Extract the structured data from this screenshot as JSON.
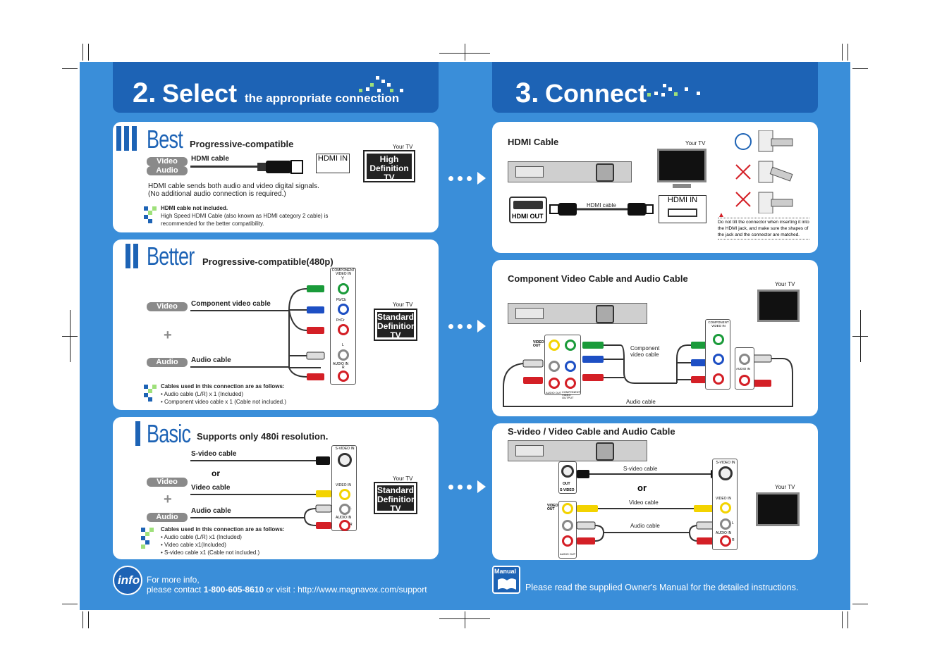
{
  "left": {
    "header": {
      "num": "2.",
      "word": "Select",
      "sub": "the appropriate connection"
    },
    "best": {
      "grade": "Best",
      "title": "Progressive-compatible",
      "pill_video": "Video",
      "pill_audio": "Audio",
      "cable": "HDMI cable",
      "hdmi_in": "HDMI IN",
      "your_tv": "Your TV",
      "tv_label": "High Definition TV",
      "desc1": "HDMI cable sends both audio and video digital signals.",
      "desc2": "(No additional audio connection is required.)",
      "note_title": "HDMI cable not included.",
      "note1": "High Speed HDMI Cable (also known as HDMI category 2 cable) is",
      "note2": "recommended for the better compatibility."
    },
    "better": {
      "grade": "Better",
      "title": "Progressive-compatible(480p)",
      "pill_video": "Video",
      "plus": "+",
      "pill_audio": "Audio",
      "cable_video": "Component video cable",
      "cable_audio": "Audio cable",
      "your_tv": "Your TV",
      "tv_label": "Standard Definition TV",
      "jack_comp": "COMPONENT VIDEO IN",
      "jack_y": "Y",
      "jack_pb": "Pb/Cb",
      "jack_pr": "Pr/Cr",
      "jack_l": "L",
      "jack_audio": "AUDIO IN",
      "jack_r": "R",
      "note_title": "Cables used in this connection are as follows:",
      "note1": "• Audio cable (L/R) x 1 (Included)",
      "note2": "• Component video cable x 1 (Cable not included.)"
    },
    "basic": {
      "grade": "Basic",
      "title": "Supports only 480i resolution.",
      "cable_svideo": "S-video cable",
      "or": "or",
      "pill_video": "Video",
      "plus": "+",
      "pill_audio": "Audio",
      "cable_video": "Video cable",
      "cable_audio": "Audio cable",
      "your_tv": "Your TV",
      "tv_label": "Standard Definition TV",
      "jack_svideo": "S-VIDEO IN",
      "jack_video": "VIDEO IN",
      "jack_l": "L",
      "jack_audio": "AUDIO IN",
      "jack_r": "R",
      "note_title": "Cables used in this connection are as follows:",
      "note1": "• Audio cable (L/R) x1 (Included)",
      "note2": "• Video cable x1(Included)",
      "note3": "• S-video cable x1 (Cable not included.)"
    },
    "footer": {
      "icon": "info",
      "line1": "For more info,",
      "line2_pre": "please contact ",
      "phone": "1-800-605-8610",
      "line2_post": " or visit : http://www.magnavox.com/support"
    }
  },
  "right": {
    "header": {
      "num": "3.",
      "word": "Connect"
    },
    "hdmi": {
      "title": "HDMI Cable",
      "your_tv": "Your TV",
      "hdmi_out": "HDMI OUT",
      "cable": "HDMI cable",
      "hdmi_in": "HDMI IN",
      "warning": "Do not tilt the connector when inserting it into the HDMI jack, and make sure the shapes of the jack and the connector are matched."
    },
    "component": {
      "title": "Component Video Cable and Audio Cable",
      "your_tv": "Your TV",
      "video_out": "VIDEO OUT",
      "cable_video1": "Component",
      "cable_video2": "video cable",
      "cable_audio": "Audio cable",
      "audio_out": "AUDIO OUT",
      "comp_out": "COMPONENT VIDEO OUTPUT",
      "jack_comp": "COMPONENT VIDEO IN",
      "jack_audio": "AUDIO IN"
    },
    "svideo": {
      "title": "S-video / Video Cable and Audio Cable",
      "your_tv": "Your TV",
      "cable_svideo": "S-video cable",
      "or": "or",
      "cable_video": "Video cable",
      "cable_audio": "Audio cable",
      "out": "OUT",
      "svideo": "S-VIDEO",
      "video_out": "VIDEO OUT",
      "audio_out": "AUDIO OUT",
      "jack_svideo": "S-VIDEO IN",
      "jack_video": "VIDEO IN",
      "jack_l": "L",
      "jack_audio": "AUDIO IN",
      "jack_r": "R"
    },
    "footer": {
      "icon": "Manual",
      "text": "Please read the supplied Owner's Manual for the detailed instructions."
    }
  },
  "colors": {
    "blue_bg": "#3a8ed9",
    "header": "#1d63b5",
    "green": "#1a9b3a",
    "blue": "#1d4fc4",
    "red": "#d41f26",
    "yellow": "#f3d300"
  }
}
